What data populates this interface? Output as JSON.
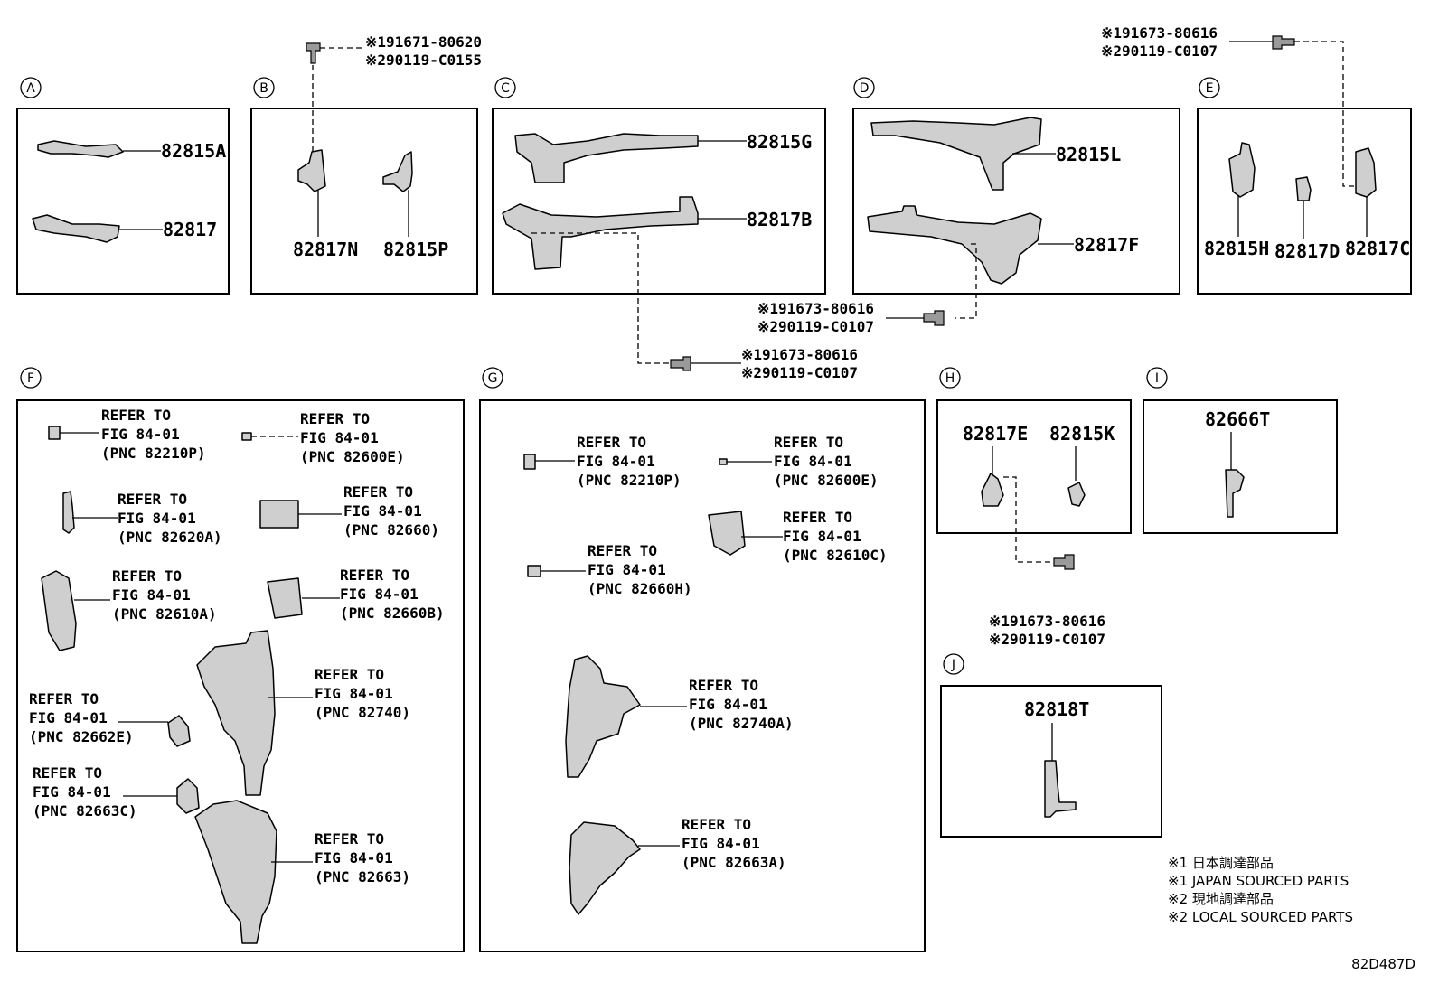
{
  "sections": {
    "A": {
      "letter": "A",
      "parts": [
        "82815A",
        "82817"
      ]
    },
    "B": {
      "letter": "B",
      "parts": [
        "82817N",
        "82815P"
      ],
      "fastener": [
        "※191671-80620",
        "※290119-C0155"
      ]
    },
    "C": {
      "letter": "C",
      "parts": [
        "82815G",
        "82817B"
      ]
    },
    "D": {
      "letter": "D",
      "parts": [
        "82815L",
        "82817F"
      ]
    },
    "E": {
      "letter": "E",
      "parts": [
        "82815H",
        "82817D",
        "82817C"
      ],
      "fastener": [
        "※191673-80616",
        "※290119-C0107"
      ]
    },
    "F": {
      "letter": "F",
      "refs": [
        {
          "l1": "REFER TO",
          "l2": "FIG 84-01",
          "l3": "(PNC 82210P)"
        },
        {
          "l1": "REFER TO",
          "l2": "FIG 84-01",
          "l3": "(PNC 82600E)"
        },
        {
          "l1": "REFER TO",
          "l2": "FIG 84-01",
          "l3": "(PNC 82620A)"
        },
        {
          "l1": "REFER TO",
          "l2": "FIG 84-01",
          "l3": "(PNC 82660)"
        },
        {
          "l1": "REFER TO",
          "l2": "FIG 84-01",
          "l3": "(PNC 82610A)"
        },
        {
          "l1": "REFER TO",
          "l2": "FIG 84-01",
          "l3": "(PNC 82660B)"
        },
        {
          "l1": "REFER TO",
          "l2": "FIG 84-01",
          "l3": "(PNC 82740)"
        },
        {
          "l1": "REFER TO",
          "l2": "FIG 84-01",
          "l3": "(PNC 82662E)"
        },
        {
          "l1": "REFER TO",
          "l2": "FIG 84-01",
          "l3": "(PNC 82663C)"
        },
        {
          "l1": "REFER TO",
          "l2": "FIG 84-01",
          "l3": "(PNC 82663)"
        }
      ]
    },
    "G": {
      "letter": "G",
      "refs": [
        {
          "l1": "REFER TO",
          "l2": "FIG 84-01",
          "l3": "(PNC 82210P)"
        },
        {
          "l1": "REFER TO",
          "l2": "FIG 84-01",
          "l3": "(PNC 82600E)"
        },
        {
          "l1": "REFER TO",
          "l2": "FIG 84-01",
          "l3": "(PNC 82610C)"
        },
        {
          "l1": "REFER TO",
          "l2": "FIG 84-01",
          "l3": "(PNC 82660H)"
        },
        {
          "l1": "REFER TO",
          "l2": "FIG 84-01",
          "l3": "(PNC 82740A)"
        },
        {
          "l1": "REFER TO",
          "l2": "FIG 84-01",
          "l3": "(PNC 82663A)"
        }
      ]
    },
    "H": {
      "letter": "H",
      "parts": [
        "82817E",
        "82815K"
      ],
      "fastener": [
        "※191673-80616",
        "※290119-C0107"
      ]
    },
    "I": {
      "letter": "I",
      "parts": [
        "82666T"
      ]
    },
    "J": {
      "letter": "J",
      "parts": [
        "82818T"
      ]
    }
  },
  "fasteners": {
    "cd_upper": [
      "※191673-80616",
      "※290119-C0107"
    ],
    "cd_lower": [
      "※191673-80616",
      "※290119-C0107"
    ]
  },
  "legend": [
    "※1 日本調達部品",
    "※1 JAPAN SOURCED PARTS",
    "※2 現地調達部品",
    "※2 LOCAL SOURCED PARTS"
  ],
  "diagram_code": "82D487D"
}
